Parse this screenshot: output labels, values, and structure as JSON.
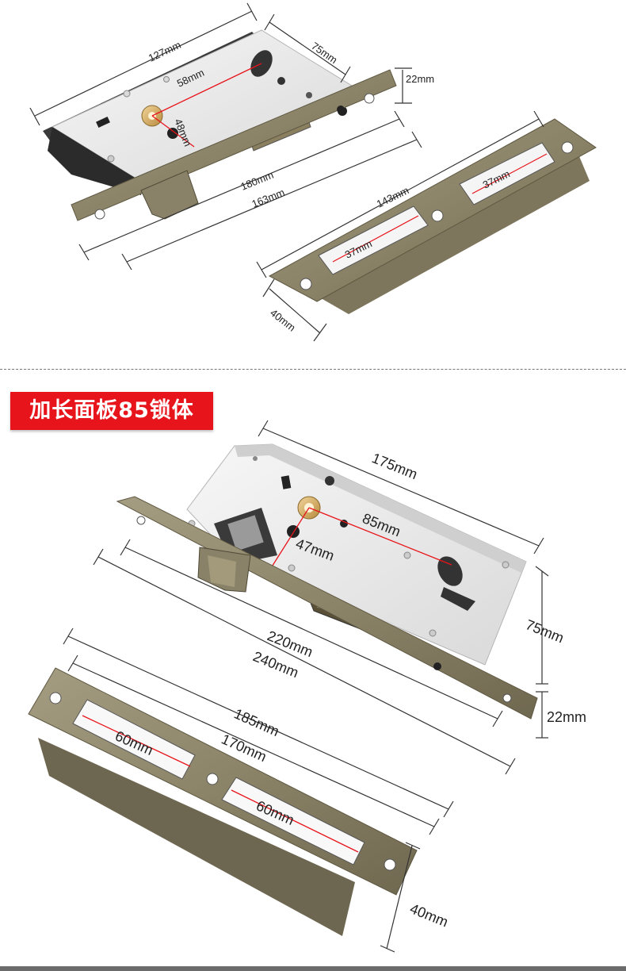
{
  "banner": {
    "title": "加长面板85锁体"
  },
  "colors": {
    "accent": "#e8141b",
    "bronze": "#8f866b",
    "steel": "#e7e7e7",
    "dimension_line": "#333333",
    "measure_line": "#e8141b"
  },
  "top_lock": {
    "width": "127mm",
    "depth": "75mm",
    "thickness": "22mm",
    "backset": "58mm",
    "hole_spacing": "48mm",
    "faceplate_inner": "180mm",
    "faceplate_outer": "163mm"
  },
  "top_strike": {
    "length": "143mm",
    "slot_a": "37mm",
    "slot_b": "37mm",
    "height": "40mm"
  },
  "bottom_lock": {
    "width": "175mm",
    "backset": "85mm",
    "hole_spacing": "47mm",
    "depth": "75mm",
    "thickness": "22mm",
    "faceplate_inner": "220mm",
    "faceplate_outer": "240mm"
  },
  "bottom_strike": {
    "outer_length": "185mm",
    "inner_length": "170mm",
    "slot_a": "60mm",
    "slot_b": "60mm",
    "height": "40mm"
  }
}
